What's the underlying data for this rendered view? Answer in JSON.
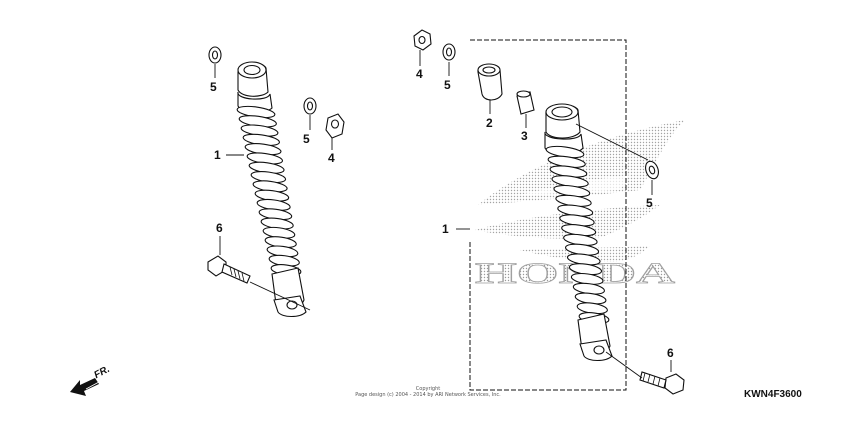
{
  "parts": {
    "left_assembly": {
      "callout_1": "1",
      "callout_5_top": "5",
      "callout_5_right": "5",
      "callout_4": "4",
      "callout_6": "6"
    },
    "right_assembly": {
      "callout_4": "4",
      "callout_5_top": "5",
      "callout_2": "2",
      "callout_3": "3",
      "callout_5_side": "5",
      "callout_1": "1",
      "callout_6": "6"
    }
  },
  "direction_label": "FR.",
  "brand_watermark": "HONDA",
  "copyright": {
    "line1": "Copyright",
    "line2": "Page design (c) 2004 - 2014 by ARI Network Services, Inc."
  },
  "diagram_code": "KWN4F3600",
  "colors": {
    "line": "#111111",
    "watermark": "#b0b0b0"
  }
}
